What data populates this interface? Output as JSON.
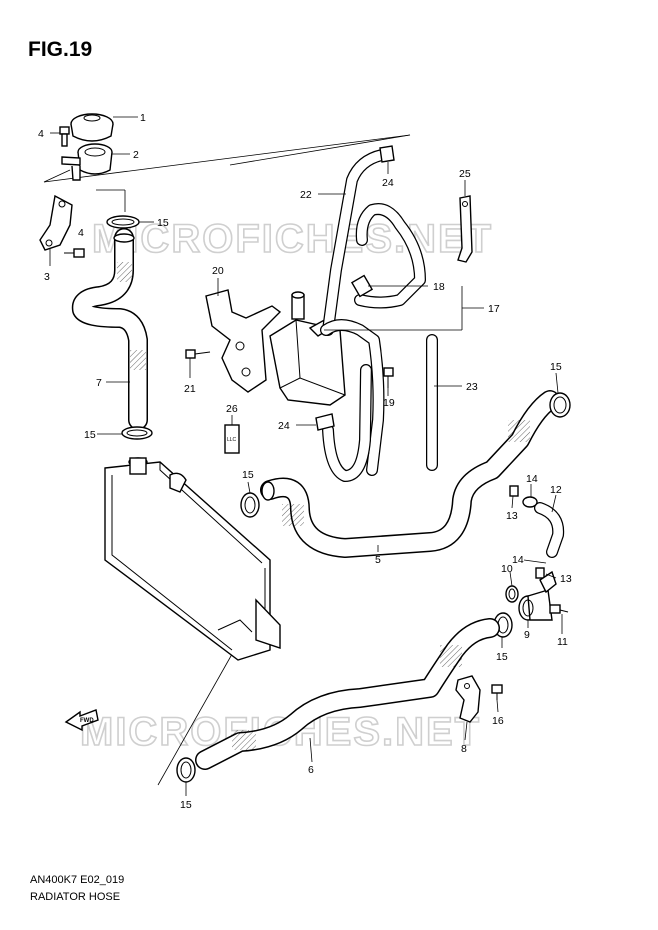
{
  "figure": {
    "title": "FIG.19"
  },
  "footer": {
    "code": "AN400K7 E02_019",
    "name": "RADIATOR HOSE"
  },
  "watermarks": [
    "MICROFICHES.NET",
    "MICROFICHES.NET"
  ],
  "direction_label": "FWD",
  "callouts": [
    "1",
    "2",
    "4",
    "15",
    "4",
    "3",
    "7",
    "15",
    "20",
    "21",
    "26",
    "22",
    "24",
    "25",
    "18",
    "17",
    "23",
    "19",
    "24",
    "15",
    "5",
    "15",
    "14",
    "12",
    "13",
    "14",
    "10",
    "13",
    "9",
    "11",
    "15",
    "16",
    "8",
    "6",
    "15"
  ],
  "small_labels": {
    "ll_c": "LLC"
  }
}
